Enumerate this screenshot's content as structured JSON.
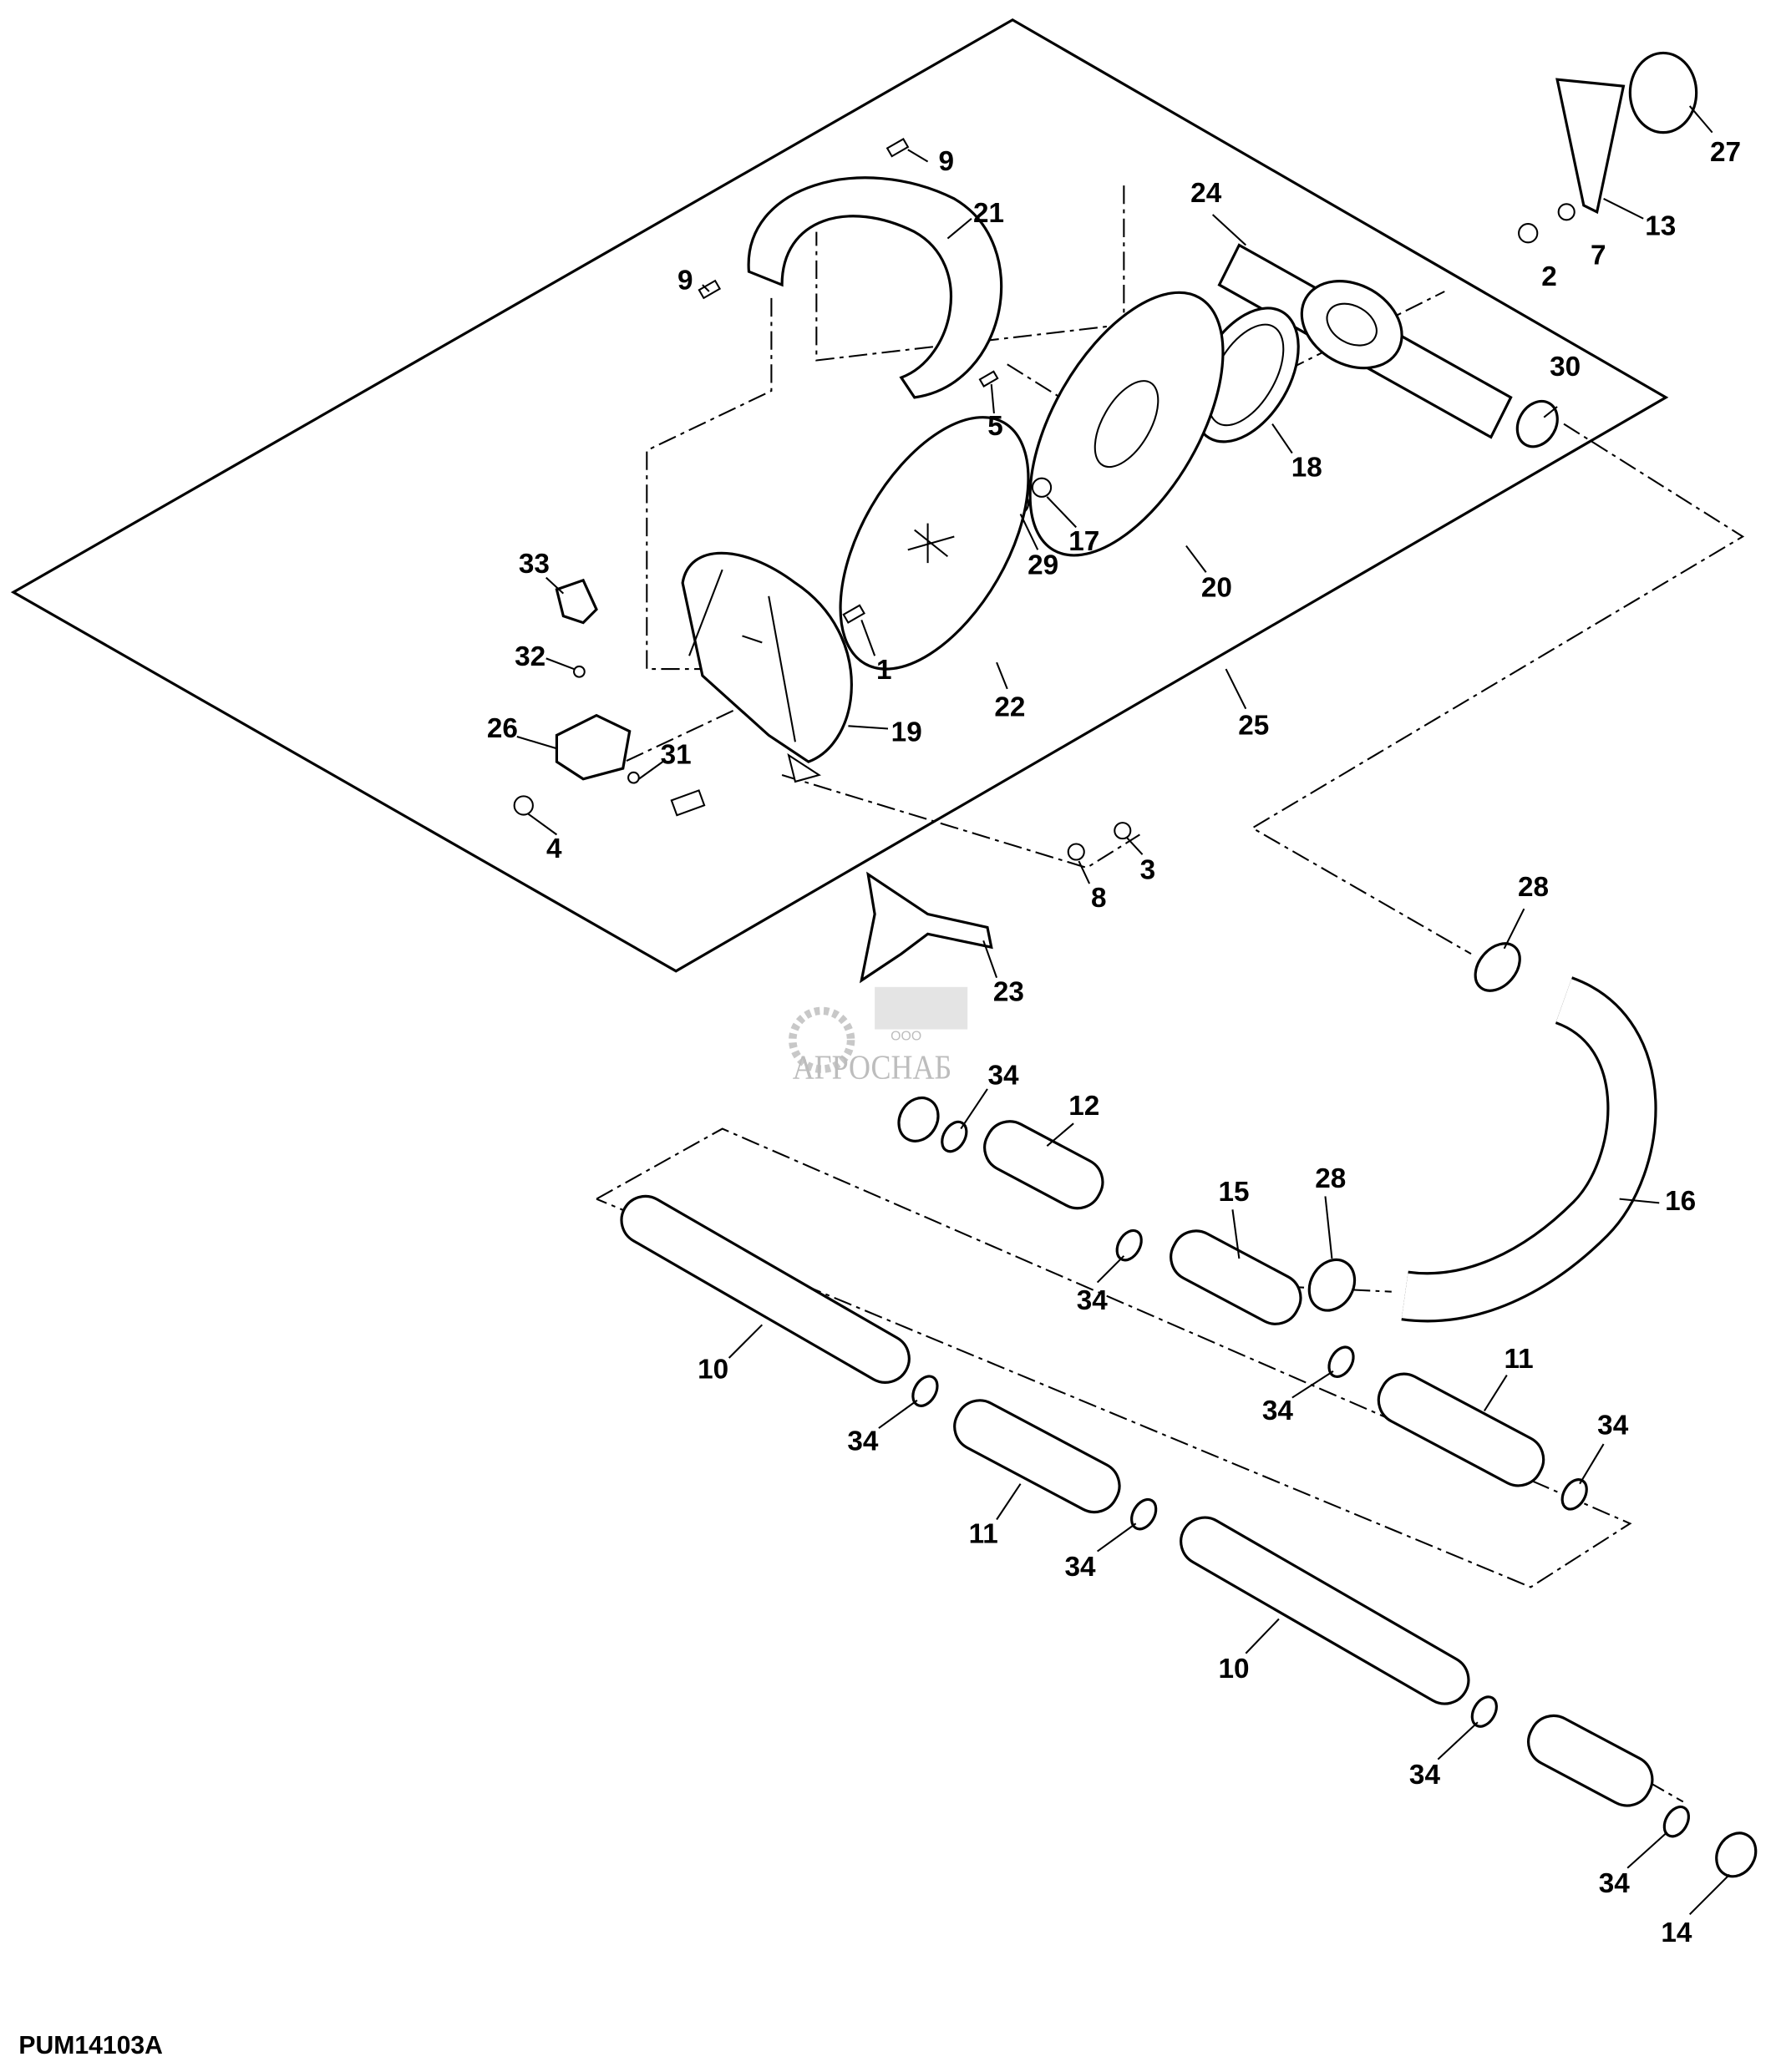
{
  "figure_code": "PUM14103A",
  "watermark": {
    "prefix": "ООО",
    "name": "АГРОСНАБ"
  },
  "callouts": {
    "c1": "9",
    "c2": "21",
    "c3": "9",
    "c4": "24",
    "c5": "27",
    "c6": "13",
    "c7": "7",
    "c8": "2",
    "c9": "30",
    "c10": "5",
    "c11": "18",
    "c12": "33",
    "c13": "29",
    "c14": "17",
    "c15": "20",
    "c16": "32",
    "c17": "1",
    "c18": "22",
    "c19": "25",
    "c20": "26",
    "c21": "19",
    "c22": "31",
    "c23": "4",
    "c24": "3",
    "c25": "8",
    "c26": "28",
    "c27": "23",
    "c28": "34",
    "c29": "12",
    "c30": "28",
    "c31": "15",
    "c32": "16",
    "c33": "34",
    "c34": "10",
    "c35": "11",
    "c36": "34",
    "c37": "34",
    "c38": "34",
    "c39": "11",
    "c40": "34",
    "c41": "10",
    "c42": "34",
    "c43": "34",
    "c44": "14"
  }
}
